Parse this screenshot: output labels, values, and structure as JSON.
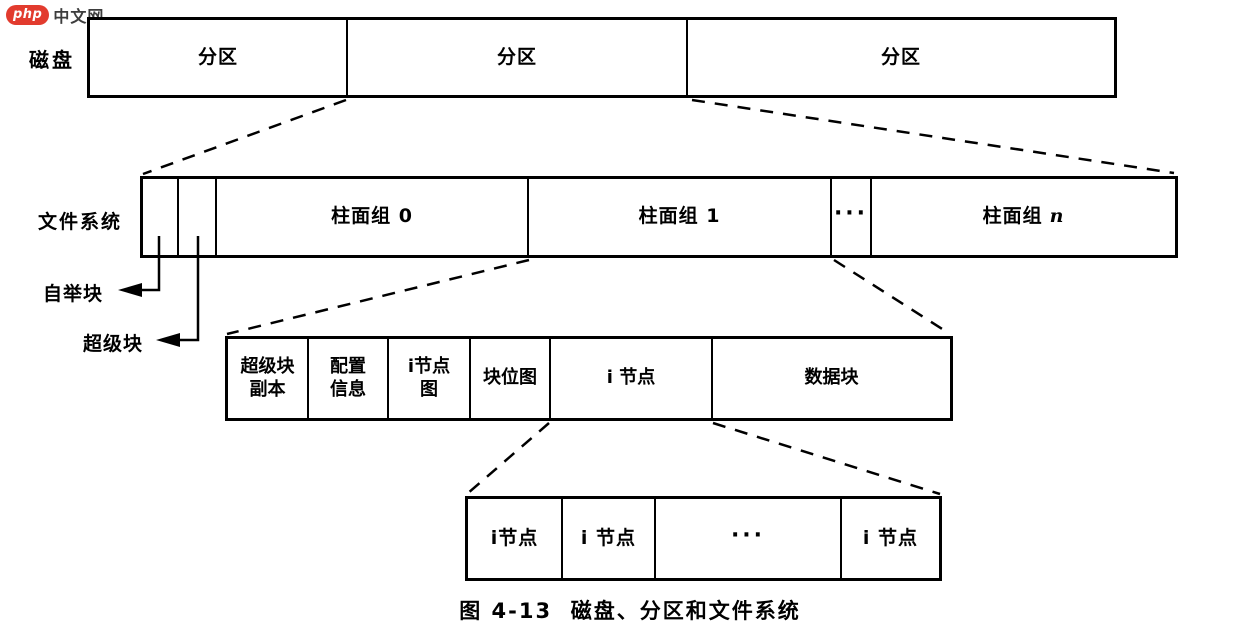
{
  "logo": {
    "badge": "php",
    "site": "中文网"
  },
  "labels": {
    "disk": "磁盘",
    "filesystem": "文件系统",
    "boot_block": "自举块",
    "super_block": "超级块"
  },
  "disk_row": {
    "cells": [
      "分区",
      "分区",
      "分区"
    ]
  },
  "fs_row": {
    "cylinder_group_0": "柱面组 0",
    "cylinder_group_1": "柱面组 1",
    "dots": "···",
    "cylinder_group_n_prefix": "柱面组",
    "cylinder_group_n_var": "n"
  },
  "cylinder_group_row": {
    "cells": [
      "超级块\n副本",
      "配置\n信息",
      "i节点\n图",
      "块位图",
      "i 节点",
      "数据块"
    ]
  },
  "inode_row": {
    "cells": [
      "i节点",
      "i 节点",
      "···",
      "i 节点"
    ]
  },
  "caption": "图 4-13  磁盘、分区和文件系统",
  "colors": {
    "line": "#000000",
    "logo_red": "#e23b2e"
  }
}
